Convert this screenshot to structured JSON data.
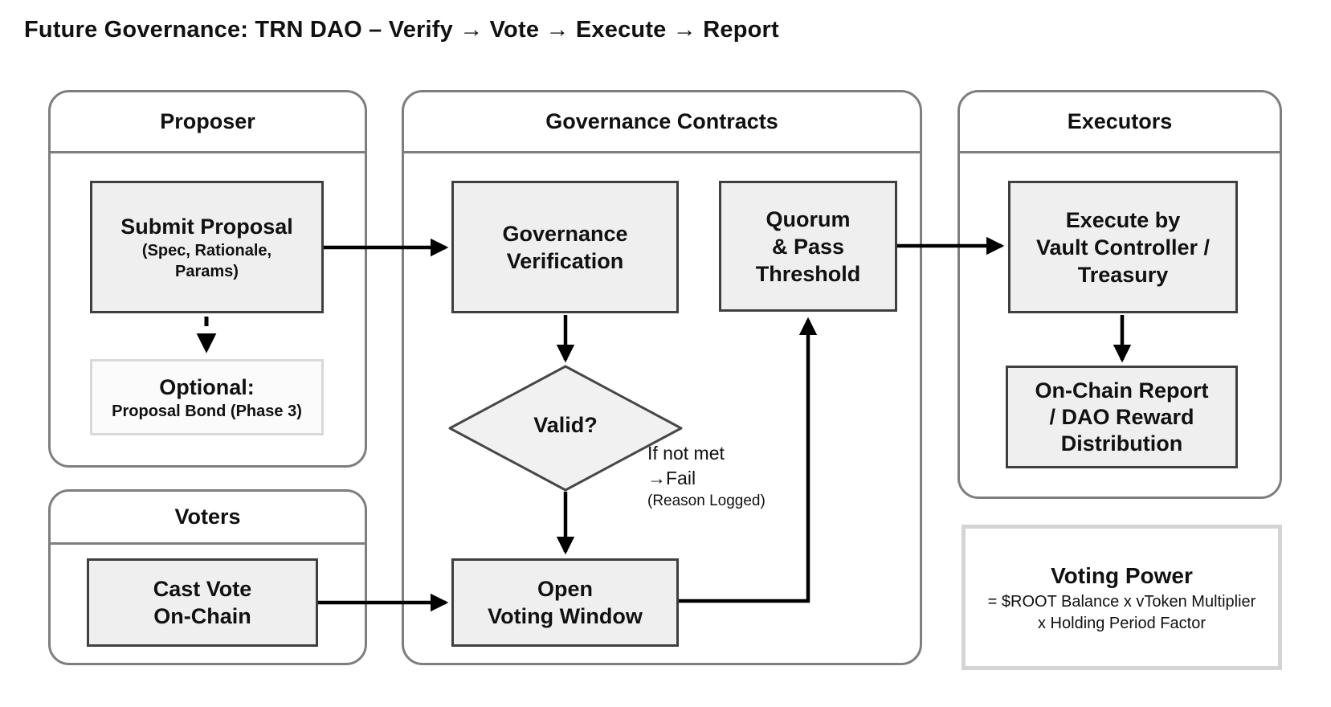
{
  "title": "Future Governance: TRN DAO – Verify → Vote → Execute → Report",
  "groups": {
    "proposer": {
      "label": "Proposer"
    },
    "governance": {
      "label": "Governance Contracts"
    },
    "executors": {
      "label": "Executors"
    },
    "voters": {
      "label": "Voters"
    }
  },
  "nodes": {
    "submit_proposal": {
      "title": "Submit Proposal",
      "subtitle_lines": [
        "(Spec, Rationale,",
        "Params)"
      ]
    },
    "optional_bond": {
      "title": "Optional:",
      "subtitle": "Proposal Bond (Phase 3)"
    },
    "cast_vote": {
      "lines": [
        "Cast Vote",
        "On-Chain"
      ]
    },
    "governance_verification": {
      "lines": [
        "Governance",
        "Verification"
      ]
    },
    "valid_decision": {
      "label": "Valid?"
    },
    "open_voting_window": {
      "lines": [
        "Open",
        "Voting Window"
      ]
    },
    "quorum_pass_threshold": {
      "lines": [
        "Quorum",
        "& Pass",
        "Threshold"
      ]
    },
    "execute_vault": {
      "lines": [
        "Execute by",
        "Vault Controller /",
        "Treasury"
      ]
    },
    "onchain_report": {
      "lines": [
        "On-Chain Report",
        "/ DAO Reward",
        "Distribution"
      ]
    }
  },
  "annotations": {
    "fail_note": {
      "lines": [
        "If not met",
        "→Fail",
        "(Reason Logged)"
      ]
    }
  },
  "voting_power": {
    "title": "Voting Power",
    "formula_lines": [
      "= $ROOT Balance x vToken Multiplier",
      "x Holding Period Factor"
    ]
  },
  "colors": {
    "background": "#ffffff",
    "container_border": "#7e7e7e",
    "node_fill": "#efefef",
    "node_border": "#3f3f3f",
    "light_box_border": "#d9d9d9",
    "voting_power_border": "#d4d4d4",
    "arrow": "#000000",
    "text": "#111111"
  }
}
